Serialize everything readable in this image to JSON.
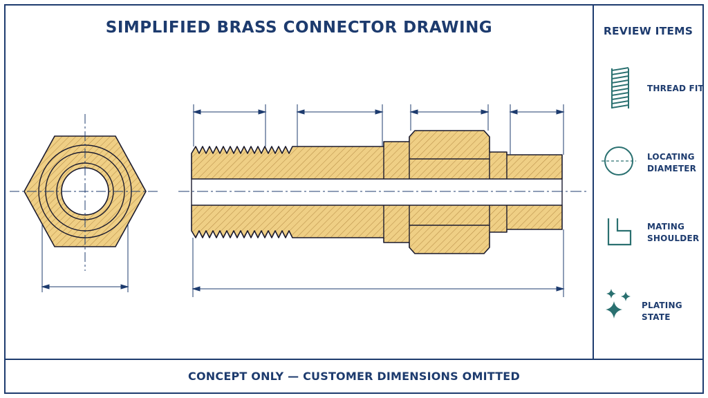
{
  "title": "SIMPLIFIED BRASS CONNECTOR DRAWING",
  "footer": "CONCEPT ONLY — CUSTOMER DIMENSIONS OMITTED",
  "review": {
    "title": "REVIEW ITEMS",
    "items": [
      {
        "icon": "thread-icon",
        "line1": "THREAD FIT",
        "line2": ""
      },
      {
        "icon": "circle-diameter-icon",
        "line1": "LOCATING",
        "line2": "DIAMETER"
      },
      {
        "icon": "shoulder-icon",
        "line1": "MATING",
        "line2": "SHOULDER"
      },
      {
        "icon": "sparkle-icon",
        "line1": "PLATING STATE",
        "line2": ""
      }
    ]
  },
  "colors": {
    "frame": "#1d3b6e",
    "brass": "#efcf85",
    "hatch": "#b98f48",
    "outline": "#1a1a2e",
    "icon": "#2a7070"
  }
}
